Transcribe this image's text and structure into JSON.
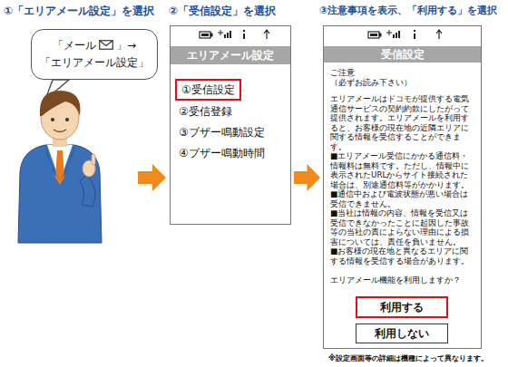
{
  "diagram": {
    "nodes": [
      {
        "text": [
          "「メール",
          "」→",
          "「エリアメール設定」"
        ]
      },
      {
        "text": [
          "エリアメール設定"
        ]
      },
      {
        "text": [
          "①受信設定"
        ],
        "in": 1
      },
      {
        "text": [
          "受信設定",
          "ご注意",
          "（必ずお読み下さい）",
          "エリアメールはドコモが提供する電気通信サービスの契約約款にしたがって提供されます。エリアメールを利用すると、お客様の現在地の近隣エリアに関する情報を受信することができます。",
          "■エリアメール受信にかかる通信料・情報料は無料です。ただし、情報中に表示されたURLからサイト接続された場合は、別途通信料等がかかります。",
          "■通信中および電波状態が悪い場合は受信できません。",
          "■当社は情報の内容、情報を受信又は受信できなかったことに起因した事故等の当社の責によらない理由による損害については、責任を負いません。",
          "■お客様の現在地と異なるエリアに関する情報を受信する場合があります。",
          "エリアメール機能を利用しますか？"
        ]
      },
      {
        "text": [
          "利用する"
        ],
        "in": 3
      },
      {
        "text": [
          "利用しない"
        ],
        "in": 3
      }
    ],
    "edges": [
      {
        "from": 1,
        "to": 3,
        "arrow": "to"
      }
    ],
    "labels": [
      "①「エリアメール設定」を選択",
      "②「受信設定」を選択",
      "③注意事項を表示、「利用する」を選択",
      "②受信登録",
      "③ブザー鳴動設定",
      "④ブザー鳴動時間",
      "※設定画面等の詳細は機種によって異なります。"
    ]
  }
}
